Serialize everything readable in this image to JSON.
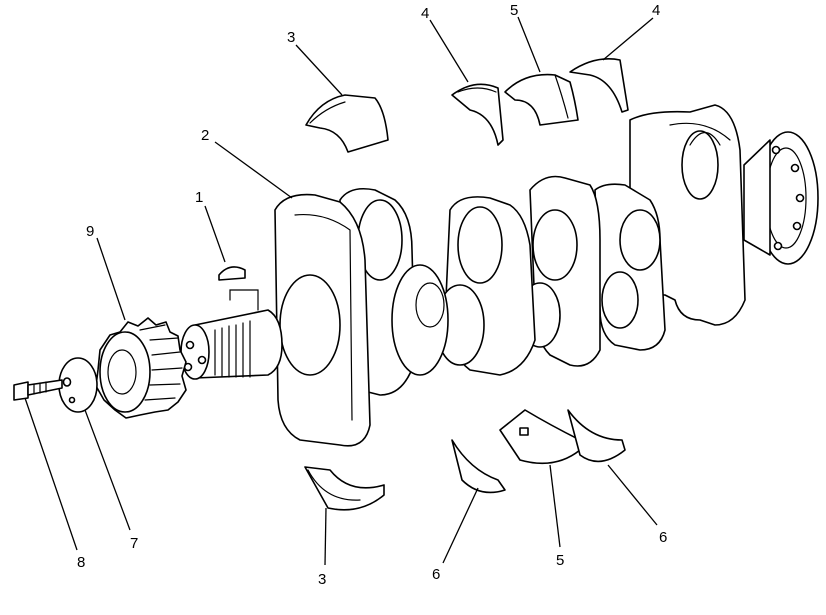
{
  "diagram": {
    "callouts": [
      {
        "id": "c1",
        "label": "1"
      },
      {
        "id": "c2",
        "label": "2"
      },
      {
        "id": "c3a",
        "label": "3"
      },
      {
        "id": "c3b",
        "label": "3"
      },
      {
        "id": "c4a",
        "label": "4"
      },
      {
        "id": "c4b",
        "label": "4"
      },
      {
        "id": "c5a",
        "label": "5"
      },
      {
        "id": "c5b",
        "label": "5"
      },
      {
        "id": "c6a",
        "label": "6"
      },
      {
        "id": "c6b",
        "label": "6"
      },
      {
        "id": "c7",
        "label": "7"
      },
      {
        "id": "c8",
        "label": "8"
      },
      {
        "id": "c9",
        "label": "9"
      }
    ]
  }
}
